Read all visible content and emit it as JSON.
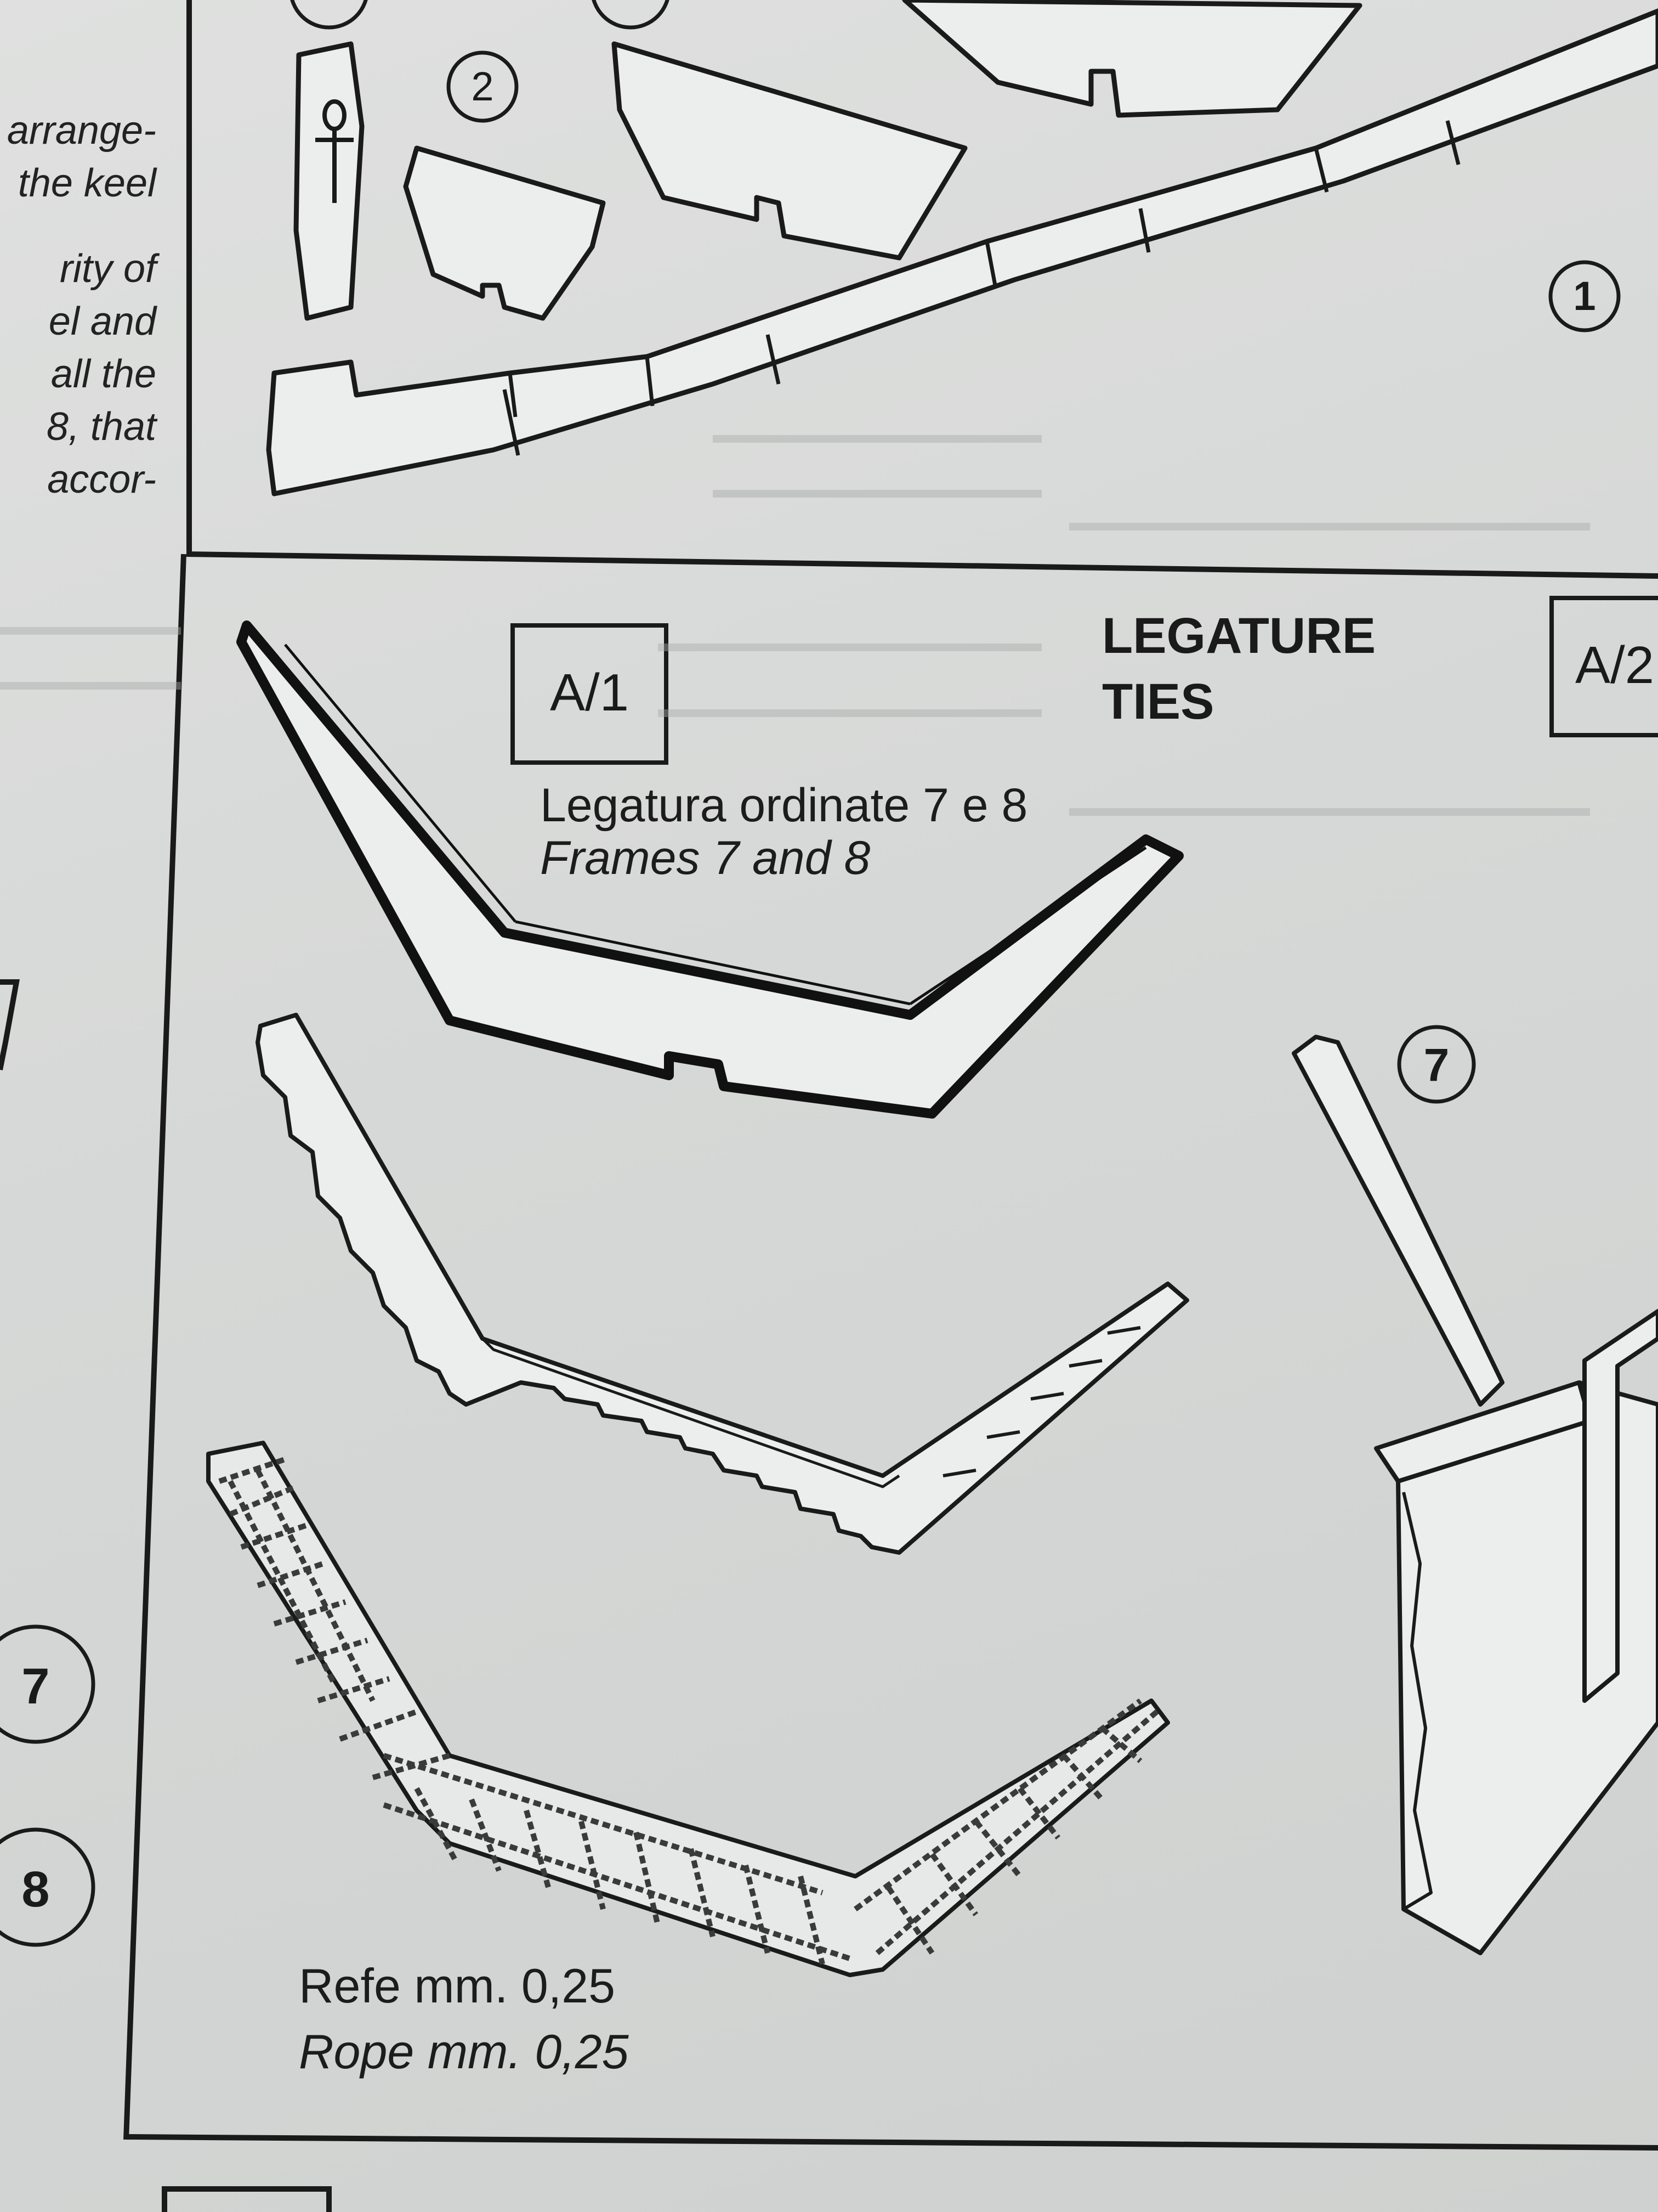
{
  "left_margin_text": [
    "arrange-",
    "the keel",
    "rity of",
    "el and",
    "all the",
    "8, that",
    "accor-"
  ],
  "heading": {
    "line1": "LEGATURE",
    "line2": "TIES"
  },
  "labels": {
    "box_a1": "A/1",
    "box_a2": "A/2"
  },
  "caption_frames": {
    "it": "Legatura ordinate 7 e 8",
    "en": "Frames 7 and 8"
  },
  "caption_rope": {
    "it": "Refe mm. 0,25",
    "en": "Rope mm. 0,25"
  },
  "callouts": {
    "part_1": "1",
    "part_2": "2",
    "part_7_right": "7",
    "part_7_left": "7",
    "part_8_left": "8"
  },
  "colors": {
    "paper": "#d6d8d7",
    "ink": "#1e1e1e"
  }
}
